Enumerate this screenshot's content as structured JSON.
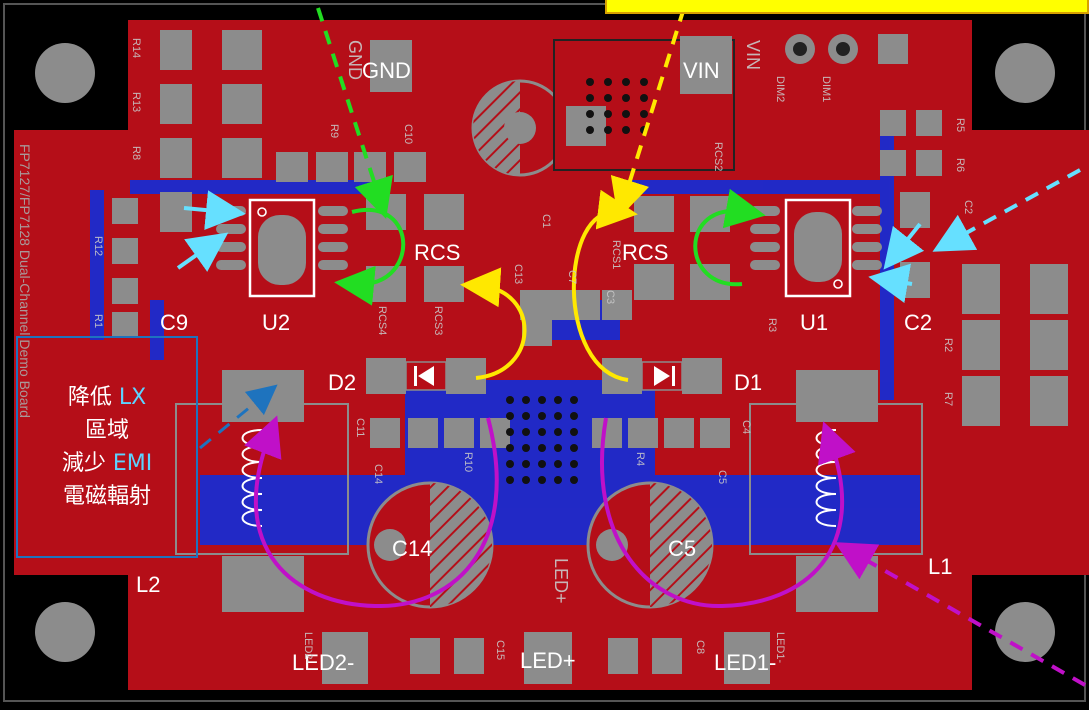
{
  "labels": {
    "gnd": "GND",
    "vin": "VIN",
    "rcs_left": "RCS",
    "rcs_right": "RCS",
    "u2": "U2",
    "u1": "U1",
    "c9": "C9",
    "c2": "C2",
    "d2": "D2",
    "d1": "D1",
    "l2": "L2",
    "l1": "L1",
    "c14": "C14",
    "c5": "C5",
    "led2_minus": "LED2-",
    "led_plus": "LED+",
    "led1_minus": "LED1-"
  },
  "silkscreen": {
    "r14": "R14",
    "r13": "R13",
    "r8": "R8",
    "r12": "R12",
    "r1": "R1",
    "r9": "R9",
    "c10": "C10",
    "c1": "C1",
    "rcs2": "RCS2",
    "rcs1": "RCS1",
    "c13": "C13",
    "c7": "C7",
    "c3": "C3",
    "rcs4": "RCS4",
    "rcs3": "RCS3",
    "r3": "R3",
    "r5": "R5",
    "r6": "R6",
    "c2": "C2",
    "r2": "R2",
    "r7": "R7",
    "c11": "C11",
    "c4": "C4",
    "r10": "R10",
    "r4": "R4",
    "c5": "C5",
    "c8": "C8",
    "c15": "C15",
    "dim1": "DIM1",
    "dim2": "DIM2",
    "vin": "VIN",
    "gnd": "GND",
    "led_plus": "LED+",
    "board_name": "FP7127/FP7128 Dual-Channel Demo Board",
    "led2": "LED2-",
    "led1": "LED1-"
  },
  "callout": {
    "line1_pre": "降低 ",
    "line1_hl": "LX",
    "line2": "區域",
    "line3_pre": "減少 ",
    "line3_hl": "EMI",
    "line4": "電磁輻射"
  },
  "colors": {
    "board": "#b50e18",
    "copper_bottom": "#1a2bd0",
    "pad": "#8c8c8c",
    "green_loop": "#22dd22",
    "yellow_loop": "#ffe800",
    "magenta_loop": "#c010c8",
    "cyan_arrow": "#66e0ff",
    "callout_border": "#1e73be"
  }
}
